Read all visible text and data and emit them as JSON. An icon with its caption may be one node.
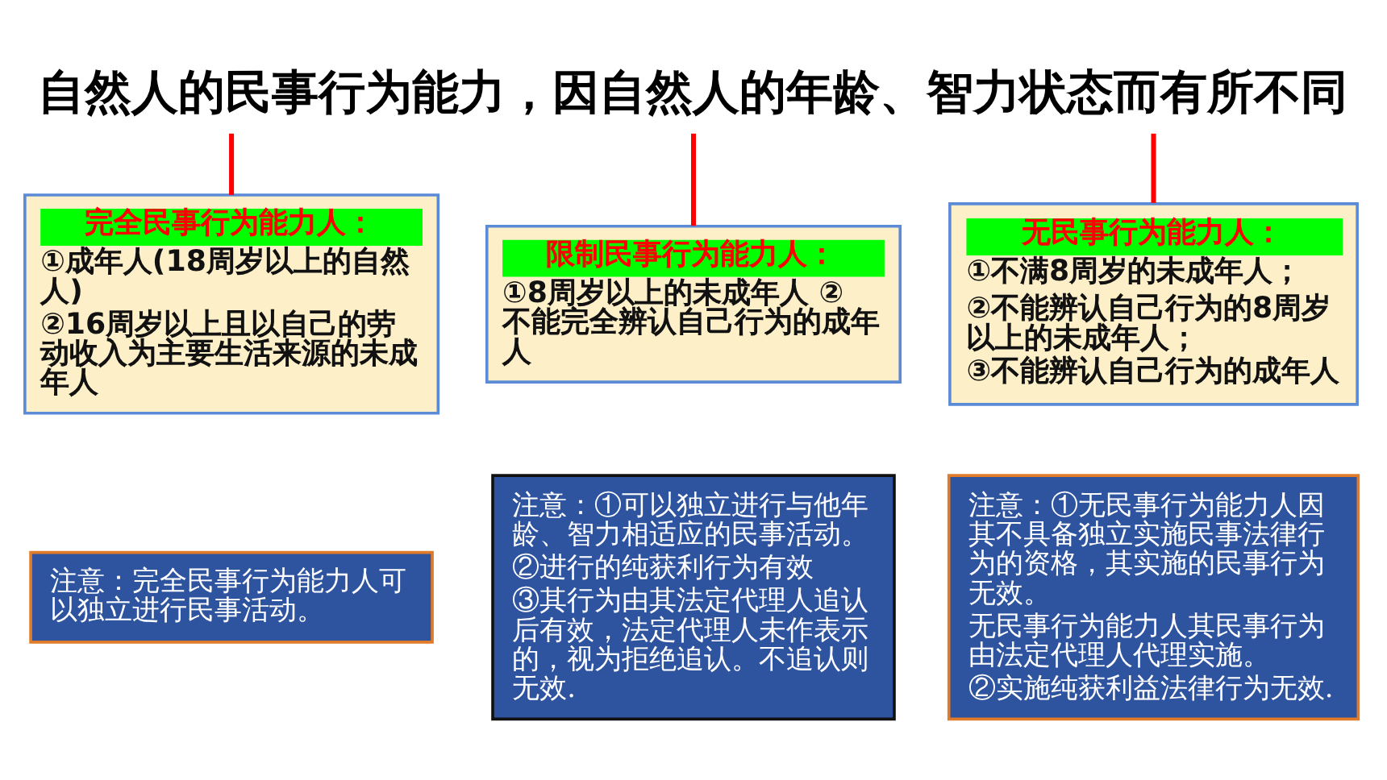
{
  "diagram": {
    "nodes": [
      {
        "text": [
          "自然人的民事行为能力，因自然人的年龄、智力状态而有所不同"
        ]
      },
      {
        "text": [
          "完全民事行为能力人：",
          "①成年人(18周岁以上的自然人)",
          "②16周岁以上且以自己的劳动收入为主要生活来源的未成年人"
        ]
      },
      {
        "text": [
          "限制民事行为能力人：",
          "①8周岁以上的未成年人 ②不能完全辨认自己行为的成年人"
        ]
      },
      {
        "text": [
          "无民事行为能力人：",
          "①不满8周岁的未成年人；",
          "②不能辨认自己行为的8周岁以上的未成年人；",
          "③不能辨认自己行为的成年人"
        ]
      },
      {
        "text": [
          "注意：完全民事行为能力人可以独立进行民事活动。"
        ]
      },
      {
        "text": [
          "注意：①可以独立进行与他年龄、智力相适应的民事活动。",
          "②进行的纯获利行为有效",
          "③其行为由其法定代理人追认后有效，法定代理人未作表示的，视为拒绝追认。不追认则无效."
        ]
      },
      {
        "text": [
          "注意：①无民事行为能力人因其不具备独立实施民事法律行为的资格，其实施的民事行为无效。",
          "无民事行为能力人其民事行为由法定代理人代理实施。",
          "②实施纯获利益法律行为无效."
        ]
      }
    ],
    "edges": [
      {
        "from": 0,
        "to": 1,
        "arrow": "none"
      },
      {
        "from": 0,
        "to": 2,
        "arrow": "none"
      },
      {
        "from": 0,
        "to": 3,
        "arrow": "none"
      }
    ]
  }
}
